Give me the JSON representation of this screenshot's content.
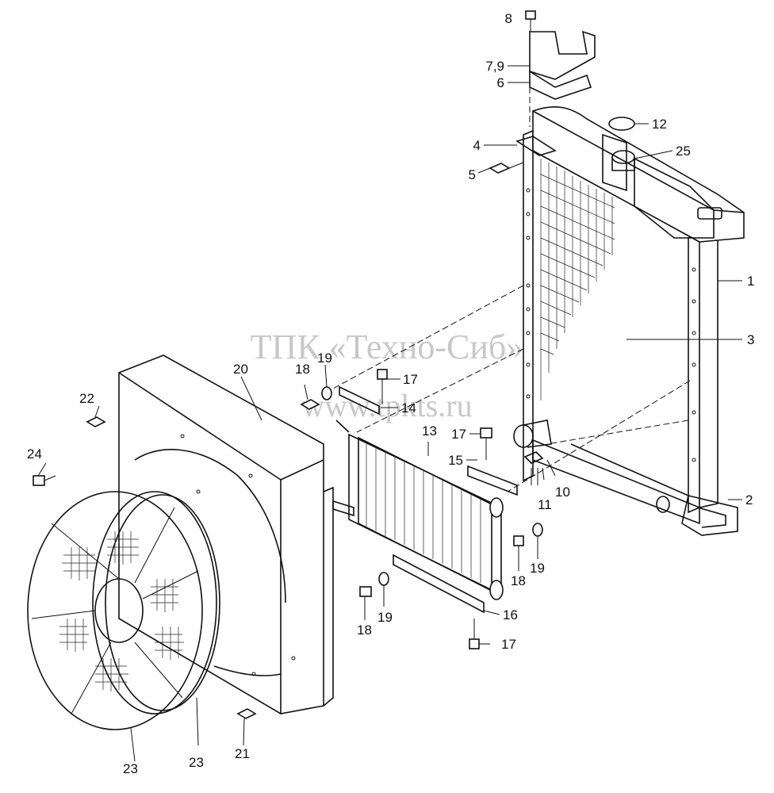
{
  "watermark": {
    "line1": "ТПК «Техно-Сиб»",
    "line2": "www.tpkts.ru"
  },
  "callouts": {
    "c1": "1",
    "c2": "2",
    "c3": "3",
    "c4": "4",
    "c5": "5",
    "c6": "6",
    "c79": "7,9",
    "c8": "8",
    "c10": "10",
    "c11": "11",
    "c12": "12",
    "c13": "13",
    "c14": "14",
    "c15": "15",
    "c16": "16",
    "c17a": "17",
    "c17b": "17",
    "c17c": "17",
    "c18a": "18",
    "c18b": "18",
    "c18c": "18",
    "c19a": "19",
    "c19b": "19",
    "c19c": "19",
    "c20": "20",
    "c21": "21",
    "c22": "22",
    "c23a": "23",
    "c23b": "23",
    "c24": "24",
    "c25": "25"
  }
}
